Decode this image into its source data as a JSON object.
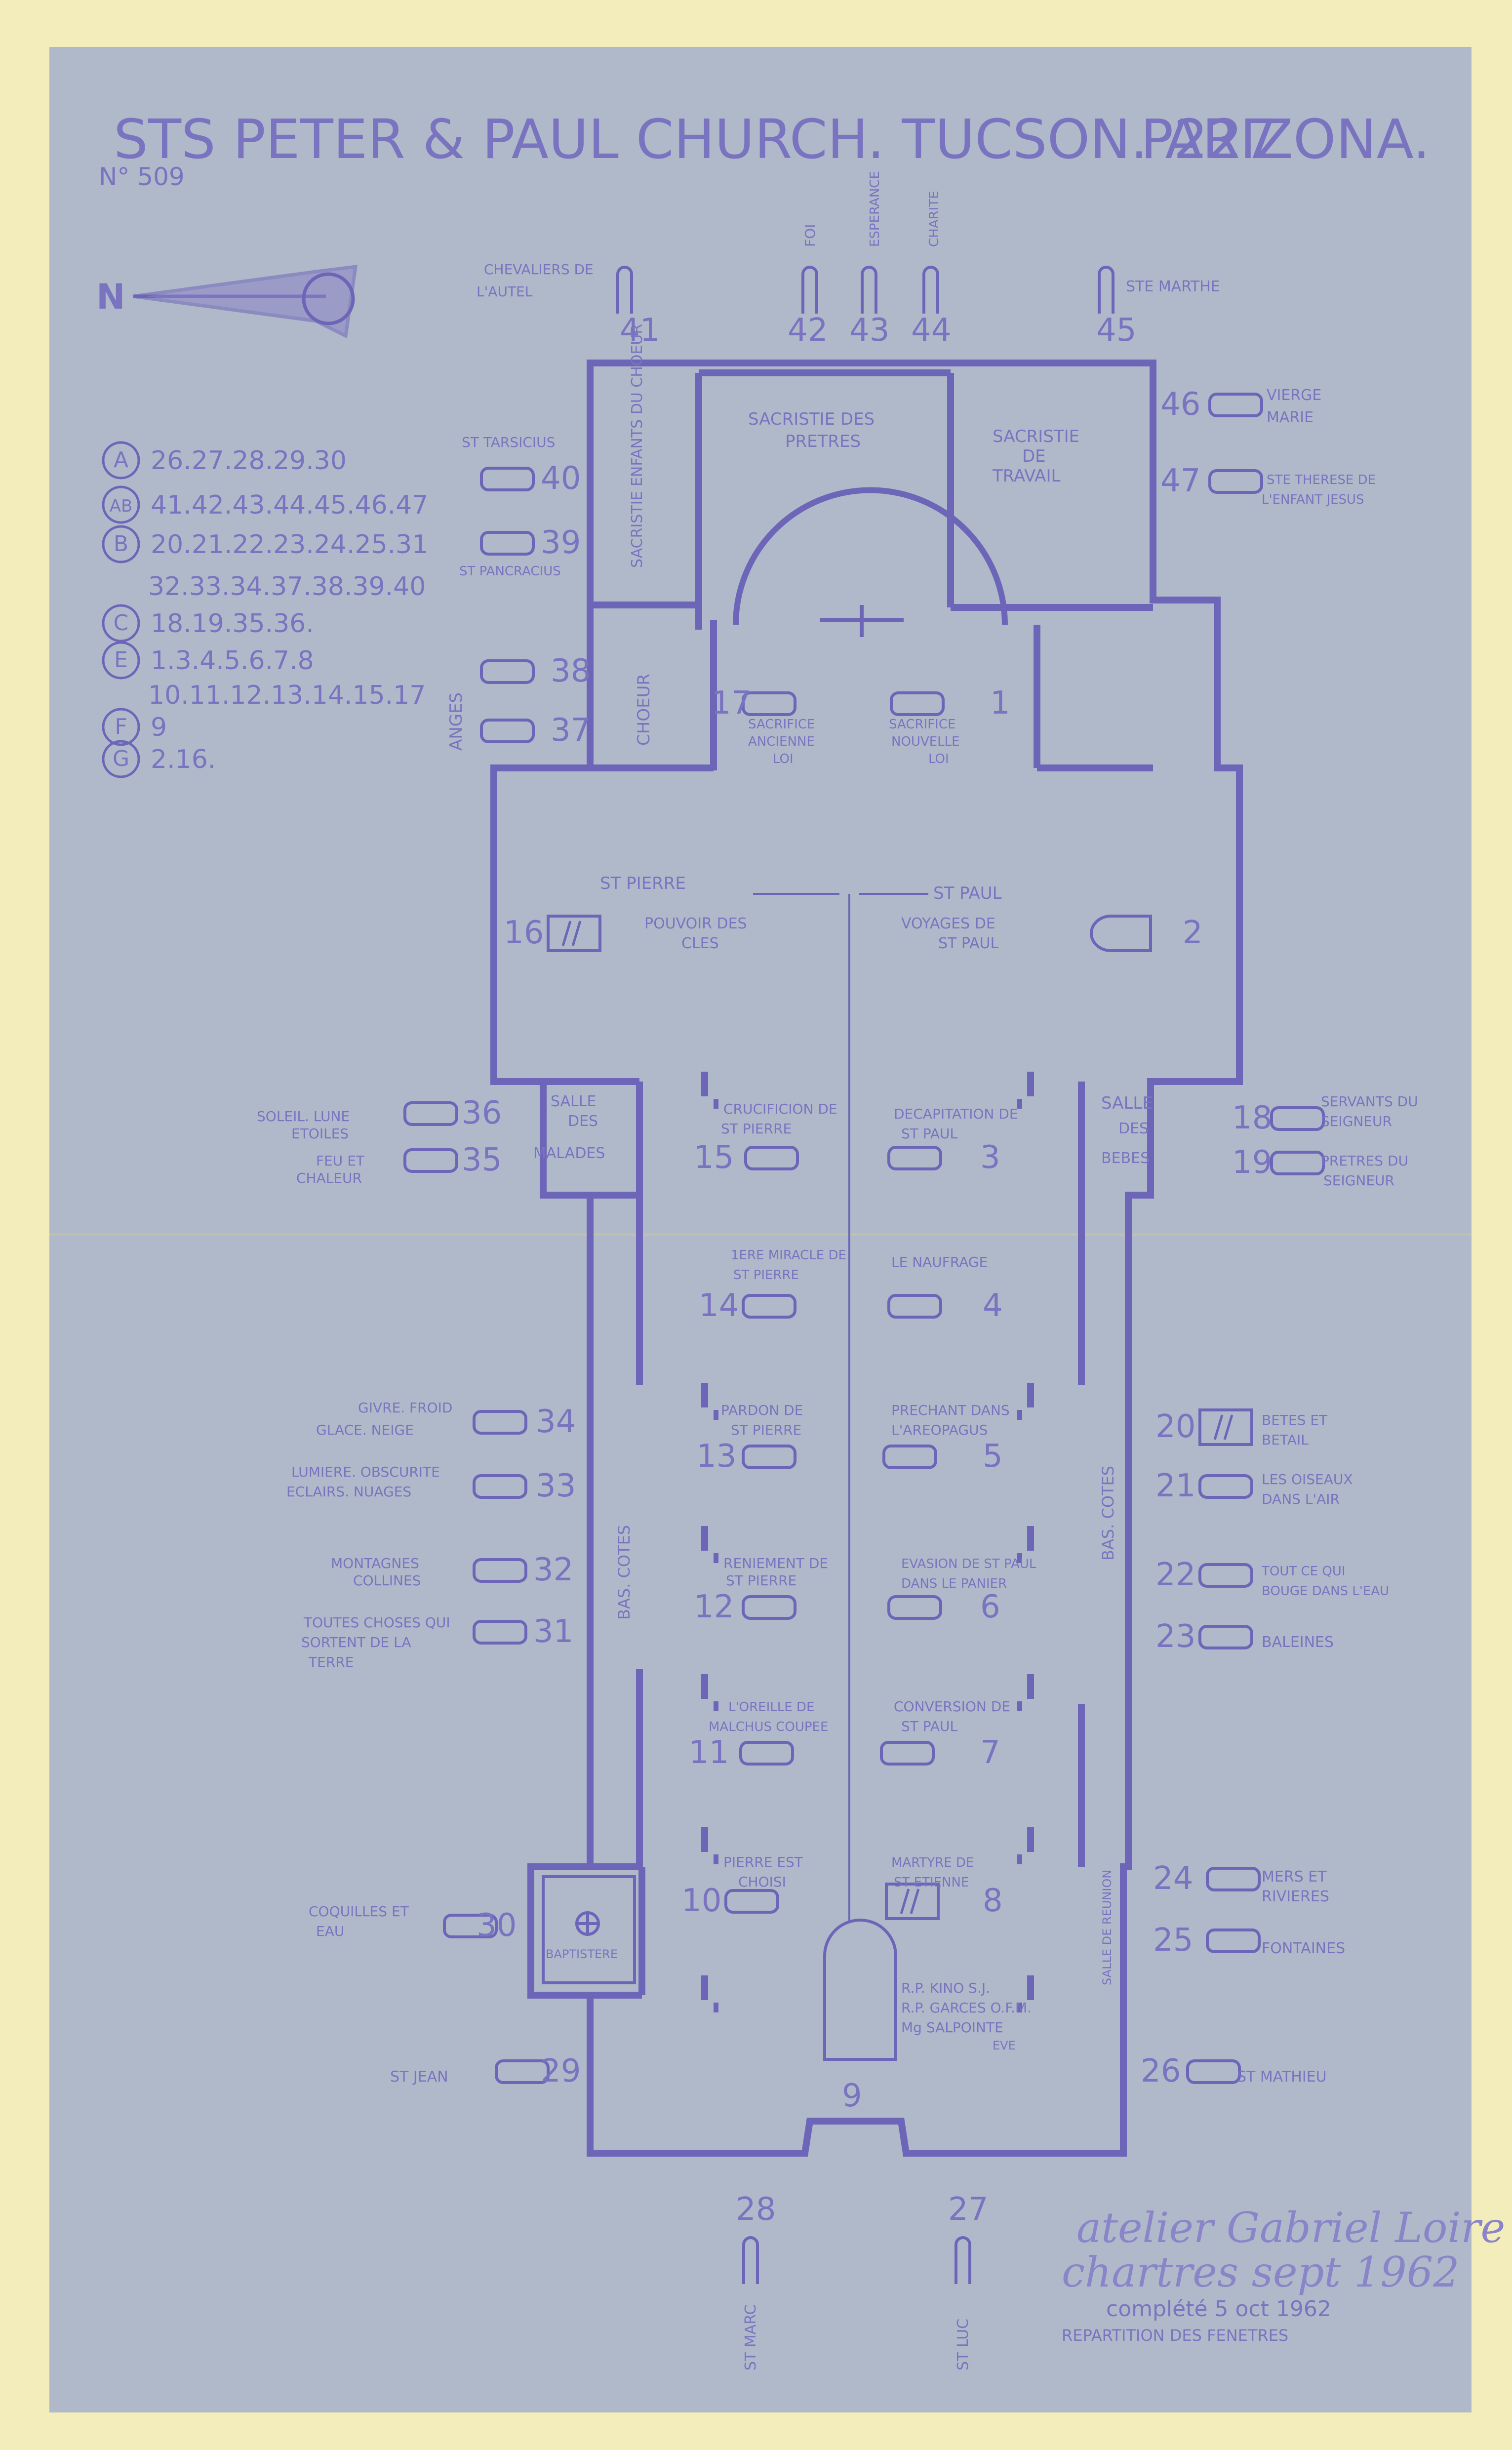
{
  "document": {
    "title": "STS PETER & PAUL CHURCH. TUCSON. ARIZONA.",
    "code": "P227",
    "number": "N° 509",
    "north": "N"
  },
  "legend": [
    {
      "letter": "A",
      "text": "26.27.28.29.30"
    },
    {
      "letter": "AB",
      "text": "41.42.43.44.45.46.47"
    },
    {
      "letter": "B",
      "text": "20.21.22.23.24.25.31"
    },
    {
      "letter": "",
      "text": "32.33.34.37.38.39.40"
    },
    {
      "letter": "C",
      "text": "18.19.35.36."
    },
    {
      "letter": "E",
      "text": "1.3.4.5.6.7.8"
    },
    {
      "letter": "",
      "text": "10.11.12.13.14.15.17"
    },
    {
      "letter": "F",
      "text": "9"
    },
    {
      "letter": "G",
      "text": "2.16."
    }
  ],
  "rooms": {
    "sacristie_pretres": [
      "SACRISTIE DES",
      "PRETRES"
    ],
    "sacristie_travail": [
      "SACRISTIE",
      "DE",
      "TRAVAIL"
    ],
    "sacristie_enfants": "SACRISTIE ENFANTS DU CHOEUR",
    "choeur": "CHOEUR",
    "salle_malades": [
      "SALLE",
      "DES",
      "MALADES"
    ],
    "salle_bebes": [
      "SALLE",
      "DES",
      "BEBES"
    ],
    "bas_cotes": "BAS. COTES",
    "baptistere": "BAPTISTERE",
    "salle_reunion": "SALLE DE REUNION",
    "anges": "ANGES",
    "st_pierre": "ST PIERRE",
    "st_paul": "ST PAUL",
    "dedication": [
      "R.P. KINO S.J.",
      "R.P. GARCES O.F.M.",
      "Mg SALPOINTE",
      "EVE"
    ]
  },
  "windows": [
    {
      "id": "41",
      "label": "CHEVALIERS DE L'AUTEL"
    },
    {
      "id": "42",
      "label": "FOI"
    },
    {
      "id": "43",
      "label": "ESPERANCE"
    },
    {
      "id": "44",
      "label": "CHARITE"
    },
    {
      "id": "45",
      "label": "STE MARTHE"
    },
    {
      "id": "46",
      "label": "VIERGE MARIE"
    },
    {
      "id": "47",
      "label": "STE THERESE DE L'ENFANT JESUS"
    },
    {
      "id": "40",
      "label": "ST TARSICIUS"
    },
    {
      "id": "39",
      "label": "ST PANCRACIUS"
    },
    {
      "id": "38",
      "label": ""
    },
    {
      "id": "37",
      "label": ""
    },
    {
      "id": "17",
      "label": "SACRIFICE ANCIENNE LOI"
    },
    {
      "id": "1",
      "label": "SACRIFICE NOUVELLE LOI"
    },
    {
      "id": "16",
      "label": "POUVOIR DES CLES"
    },
    {
      "id": "2",
      "label": "VOYAGES DE ST PAUL"
    },
    {
      "id": "36",
      "label": "SOLEIL. LUNE ETOILES"
    },
    {
      "id": "35",
      "label": "FEU ET CHALEUR"
    },
    {
      "id": "18",
      "label": "SERVANTS DU SEIGNEUR"
    },
    {
      "id": "19",
      "label": "PRETRES DU SEIGNEUR"
    },
    {
      "id": "15",
      "label": "CRUCIFICION DE ST PIERRE"
    },
    {
      "id": "3",
      "label": "DECAPITATION DE ST PAUL"
    },
    {
      "id": "14",
      "label": "1ERE MIRACLE DE ST PIERRE"
    },
    {
      "id": "4",
      "label": "LE NAUFRAGE"
    },
    {
      "id": "34",
      "label": "GIVRE. FROID GLACE. NEIGE"
    },
    {
      "id": "13",
      "label": "PARDON DE ST PIERRE"
    },
    {
      "id": "5",
      "label": "PRECHANT DANS L'AREOPAGUS"
    },
    {
      "id": "20",
      "label": "BETES ET BETAIL"
    },
    {
      "id": "33",
      "label": "LUMIERE. OBSCURITE ECLAIRS. NUAGES"
    },
    {
      "id": "21",
      "label": "LES OISEAUX DANS L'AIR"
    },
    {
      "id": "32",
      "label": "MONTAGNES COLLINES"
    },
    {
      "id": "12",
      "label": "RENIEMENT DE ST PIERRE"
    },
    {
      "id": "6",
      "label": "EVASION DE ST PAUL DANS LE PANIER"
    },
    {
      "id": "22",
      "label": "TOUT CE QUI BOUGE DANS L'EAU"
    },
    {
      "id": "31",
      "label": "TOUTES CHOSES QUI SORTENT DE LA TERRE"
    },
    {
      "id": "23",
      "label": "BALEINES"
    },
    {
      "id": "11",
      "label": "L'OREILLE DE MALCHUS COUPEE"
    },
    {
      "id": "7",
      "label": "CONVERSION DE ST PAUL"
    },
    {
      "id": "10",
      "label": "PIERRE EST CHOISI"
    },
    {
      "id": "8",
      "label": "MARTYRE DE ST ETIENNE"
    },
    {
      "id": "24",
      "label": "MERS ET RIVIERES"
    },
    {
      "id": "30",
      "label": "COQUILLES ET EAU"
    },
    {
      "id": "25",
      "label": "FONTAINES"
    },
    {
      "id": "29",
      "label": "ST JEAN"
    },
    {
      "id": "9",
      "label": ""
    },
    {
      "id": "26",
      "label": "ST MATHIEU"
    },
    {
      "id": "28",
      "label": "ST MARC"
    },
    {
      "id": "27",
      "label": "ST LUC"
    }
  ],
  "signature": {
    "line1": "atelier Gabriel Loire",
    "line2": "chartres sept 1962",
    "completed": "complété 5 oct 1962",
    "note": "REPARTITION DES FENETRES"
  },
  "colors": {
    "paper": "#f3edbb",
    "blueprint": "#a9b2cc",
    "ink": "#6d66b8"
  }
}
